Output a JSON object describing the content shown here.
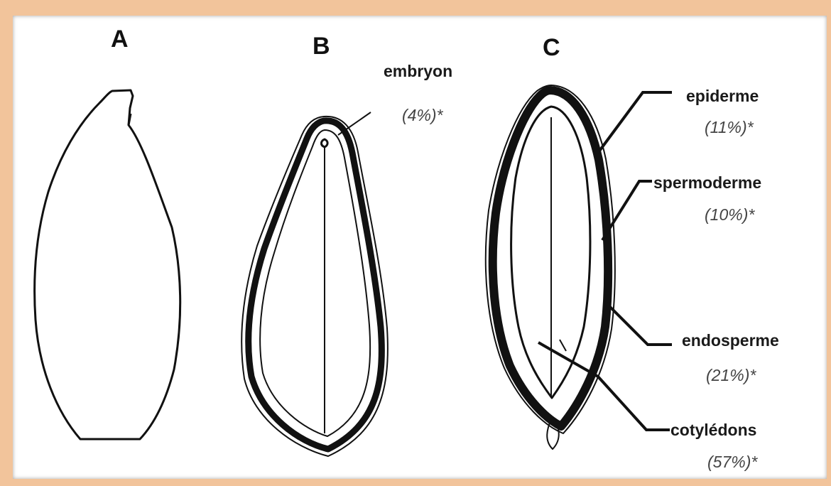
{
  "panels": {
    "a": {
      "letter": "A"
    },
    "b": {
      "letter": "B"
    },
    "c": {
      "letter": "C"
    }
  },
  "labels": {
    "embryon": {
      "name": "embryon",
      "percent": "(4%)*"
    },
    "epiderme": {
      "name": "epiderme",
      "percent": "(11%)*"
    },
    "spermoderme": {
      "name": "spermoderme",
      "percent": "(10%)*"
    },
    "endosperme": {
      "name": "endosperme",
      "percent": "(21%)*"
    },
    "cotyledons": {
      "name": "cotylédons",
      "percent": "(57%)*"
    }
  },
  "colors": {
    "frame": "#f2c49b",
    "ink": "#111111",
    "background": "#ffffff"
  }
}
